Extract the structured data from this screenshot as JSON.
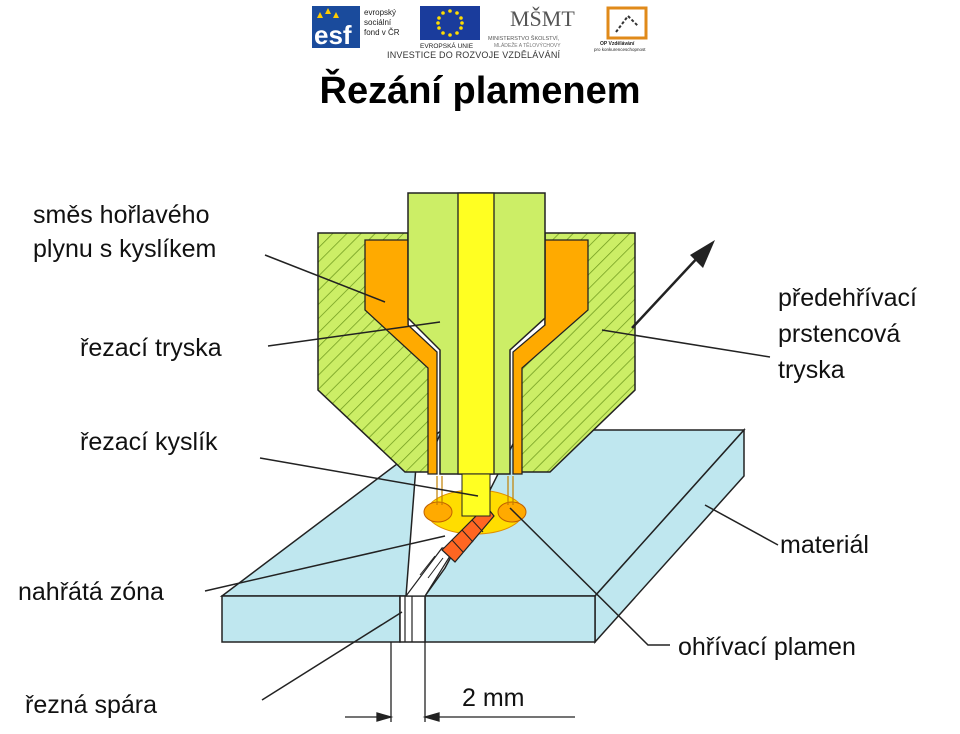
{
  "header": {
    "esf_text": "esf",
    "esf_caption": [
      "evropský",
      "sociální",
      "fond v ČR"
    ],
    "eu_caption": "EVROPSKÁ UNIE",
    "msmt_mark": "MŠMT",
    "msmt_caption": [
      "MINISTERSTVO ŠKOLSTVÍ,",
      "MLÁDEŽE A TĚLOVÝCHOVY"
    ],
    "op_caption": [
      "OP Vzdělávání",
      "pro konkurenceschopnost"
    ],
    "investice": "INVESTICE DO ROZVOJE VZDĚLÁVÁNÍ"
  },
  "title": "Řezání plamenem",
  "labels": {
    "smes": [
      "směs hořlavého",
      "plynu s kyslíkem"
    ],
    "rezaci_tryska": "řezací tryska",
    "rezaci_kyslik": "řezací kyslík",
    "nahrata_zona": "nahřátá zóna",
    "rezna_spara": "řezná spára",
    "predehrivaci": [
      "předehřívací",
      "prstencová",
      "tryska"
    ],
    "material": "materiál",
    "ohrivaci_plamen": "ohřívací plamen",
    "dimension": "2 mm"
  },
  "colors": {
    "green": "#ccee66",
    "orange": "#ffaa00",
    "yellow": "#ffff22",
    "plate": "#bfe7ef",
    "hatch": "#99cc33",
    "flame": "#ff6622"
  }
}
